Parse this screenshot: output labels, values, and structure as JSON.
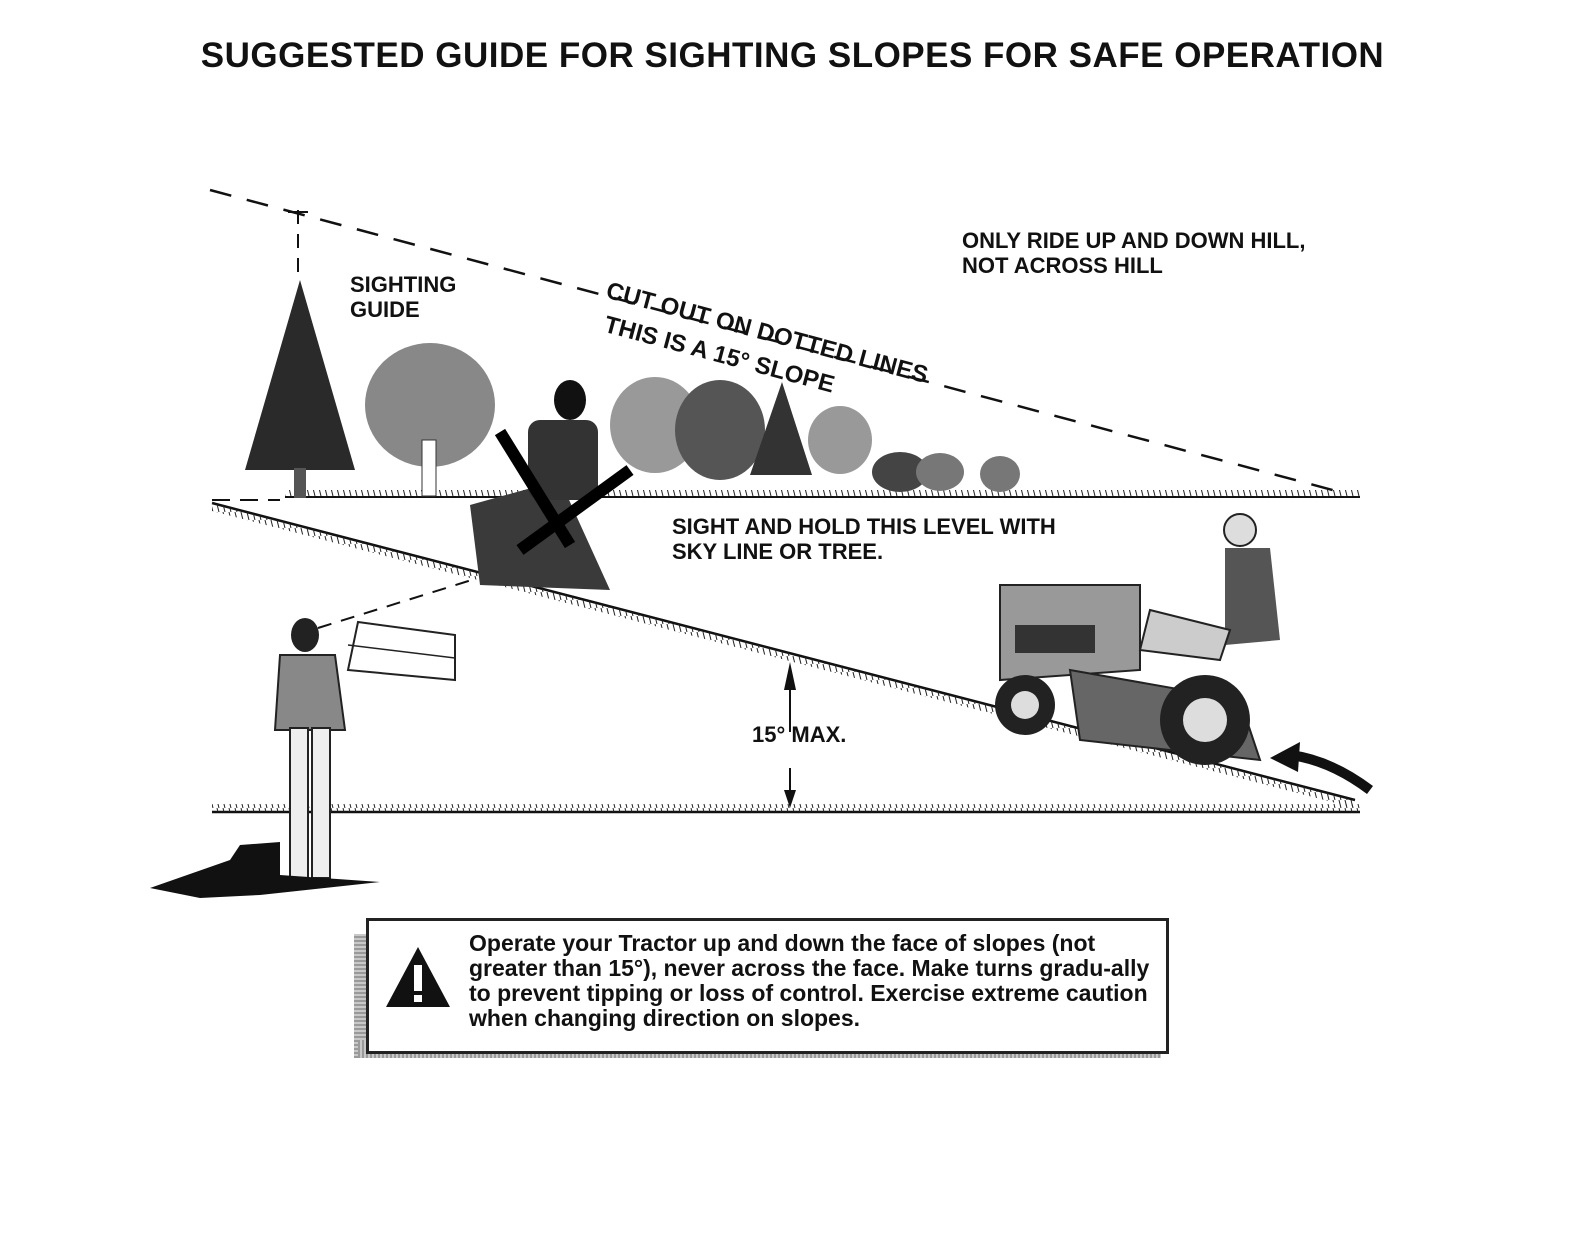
{
  "title": "SUGGESTED GUIDE FOR SIGHTING SLOPES FOR SAFE OPERATION",
  "labels": {
    "sighting_guide": "SIGHTING\nGUIDE",
    "cut_out": "CUT OUT ON DOTTED LINES",
    "this_is_slope": "THIS IS A 15° SLOPE",
    "ride_instruction": "ONLY RIDE UP AND DOWN HILL,\nNOT ACROSS HILL",
    "sight_hold": "SIGHT AND HOLD THIS LEVEL WITH\nSKY LINE OR TREE.",
    "max_angle": "15° MAX."
  },
  "warning": {
    "icon": "warning-triangle-icon",
    "text": "Operate your Tractor up and down the face of slopes (not greater than 15°), never across the face. Make turns gradu-ally to prevent tipping or loss of control. Exercise extreme caution when changing direction on slopes."
  }
}
